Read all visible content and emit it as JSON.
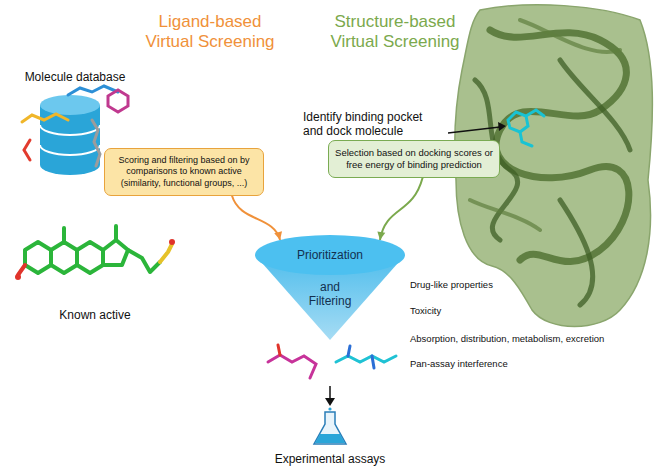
{
  "diagram": {
    "nodes": [
      {
        "text": [
          "Scoring and filtering based on by comparisons to known active (similarity, functional groups, ...)"
        ]
      },
      {
        "text": [
          "Selection based on docking scores or free energy of binding prediction"
        ]
      },
      {
        "text": [
          "Prioritization",
          "and Filtering"
        ]
      }
    ],
    "edges": [
      {
        "from": 0,
        "to": 2,
        "arrow": "to"
      },
      {
        "from": 1,
        "to": 2,
        "arrow": "to"
      }
    ],
    "labels": [
      "Ligand-based Virtual Screening",
      "Structure-based Virtual Screening",
      "Molecule database",
      "Known active",
      "Identify binding pocket and dock molecule",
      "Drug-like properties",
      "Toxicity",
      "Absorption, distribution, metabolism, excretion",
      "Pan-assay interference",
      "Experimental assays"
    ]
  }
}
